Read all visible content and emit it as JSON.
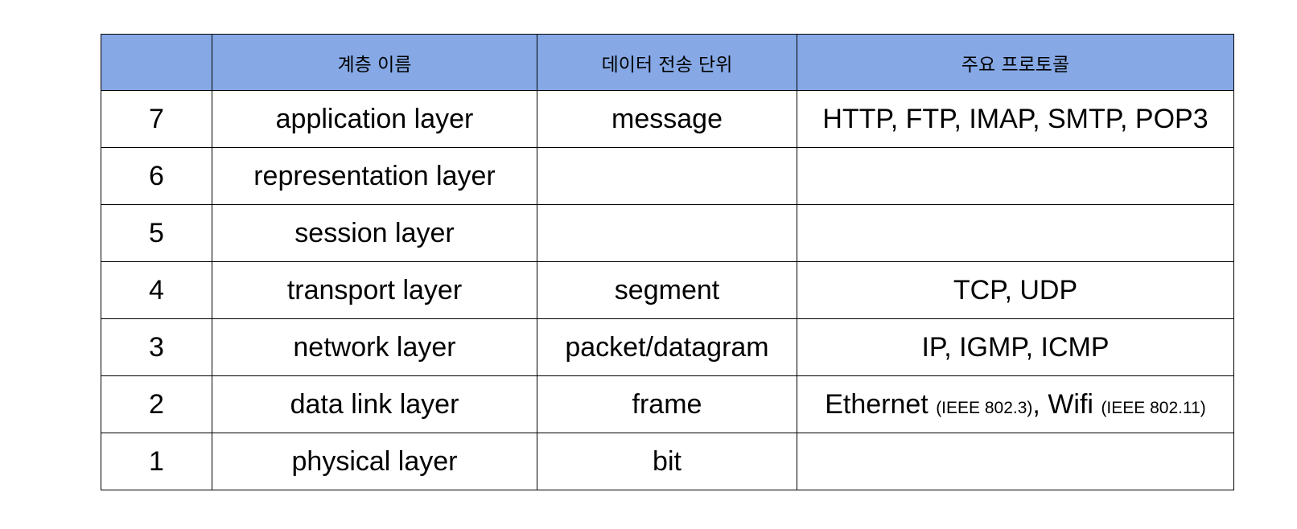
{
  "table": {
    "headers": [
      "",
      "계층 이름",
      "데이터 전송 단위",
      "주요 프로토콜"
    ],
    "rows": [
      {
        "num": "7",
        "layer": "application layer",
        "unit": "message",
        "protocols": "HTTP, FTP, IMAP, SMTP, POP3"
      },
      {
        "num": "6",
        "layer": "representation layer",
        "unit": "",
        "protocols": ""
      },
      {
        "num": "5",
        "layer": "session layer",
        "unit": "",
        "protocols": ""
      },
      {
        "num": "4",
        "layer": "transport layer",
        "unit": "segment",
        "protocols": "TCP, UDP"
      },
      {
        "num": "3",
        "layer": "network layer",
        "unit": "packet/datagram",
        "protocols": "IP, IGMP, ICMP"
      },
      {
        "num": "2",
        "layer": "data link layer",
        "unit": "frame",
        "protocols": "",
        "protocol_parts": {
          "p1": "Ethernet",
          "p1_note": "(IEEE 802.3)",
          "sep": ",",
          "p2": "Wifi",
          "p2_note": "(IEEE 802.11)"
        }
      },
      {
        "num": "1",
        "layer": "physical layer",
        "unit": "bit",
        "protocols": ""
      }
    ]
  }
}
